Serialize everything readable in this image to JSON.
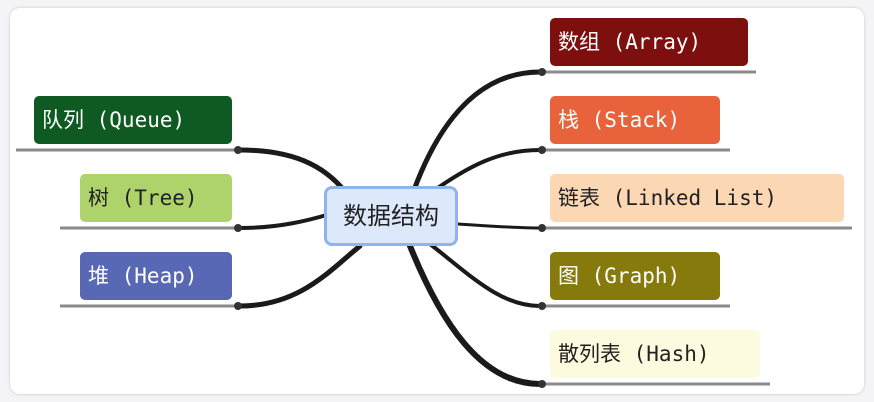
{
  "center": {
    "label": "数据结构",
    "fill": "#dde9fb",
    "border": "#8fb3ee"
  },
  "left_nodes": [
    {
      "id": "queue",
      "label": "队列 (Queue)",
      "fill": "#0f5a23",
      "text": "#ffffff"
    },
    {
      "id": "tree",
      "label": "树 (Tree)",
      "fill": "#aed36a",
      "text": "#222222"
    },
    {
      "id": "heap",
      "label": "堆 (Heap)",
      "fill": "#5868b4",
      "text": "#ffffff"
    }
  ],
  "right_nodes": [
    {
      "id": "array",
      "label": "数组 (Array)",
      "fill": "#7d0f0f",
      "text": "#ffffff"
    },
    {
      "id": "stack",
      "label": "栈 (Stack)",
      "fill": "#e8623b",
      "text": "#ffffff"
    },
    {
      "id": "linked-list",
      "label": "链表 (Linked List)",
      "fill": "#fbd7b4",
      "text": "#222222"
    },
    {
      "id": "graph",
      "label": "图 (Graph)",
      "fill": "#857a0b",
      "text": "#ffffff"
    },
    {
      "id": "hash",
      "label": "散列表 (Hash)",
      "fill": "#fdfbdf",
      "text": "#222222"
    }
  ],
  "colors": {
    "branch": "#1a1a1a",
    "underline": "#8a8a8a"
  }
}
